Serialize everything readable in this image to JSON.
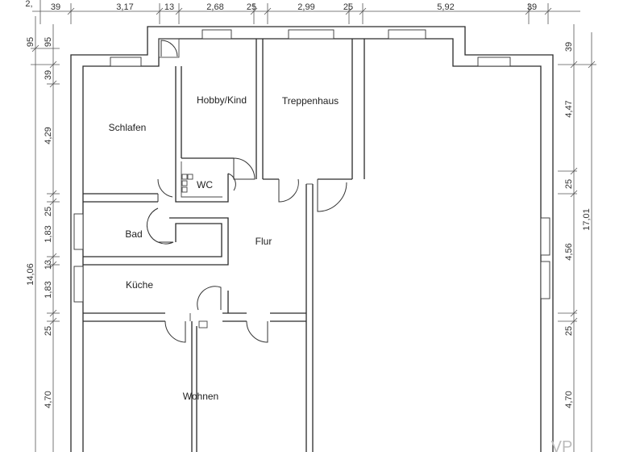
{
  "rooms": {
    "schlafen": "Schlafen",
    "hobby": "Hobby/Kind",
    "treppenhaus": "Treppenhaus",
    "wc": "WC",
    "bad": "Bad",
    "flur": "Flur",
    "kueche": "Küche",
    "wohnen": "Wohnen"
  },
  "dimensions": {
    "top": [
      "39",
      "3,17",
      "13",
      "2,68",
      "25",
      "2,99",
      "25",
      "5,92",
      "39"
    ],
    "top_partial": "2,",
    "left_outer": "14,06",
    "left_inner": [
      "95",
      "95",
      "39",
      "4,29",
      "25",
      "1,83",
      "13",
      "1,83",
      "25",
      "4,70"
    ],
    "right_inner": [
      "39",
      "4,47",
      "25",
      "4,56",
      "25",
      "4,70"
    ],
    "right_outer": "17,01"
  },
  "watermark": "VP"
}
